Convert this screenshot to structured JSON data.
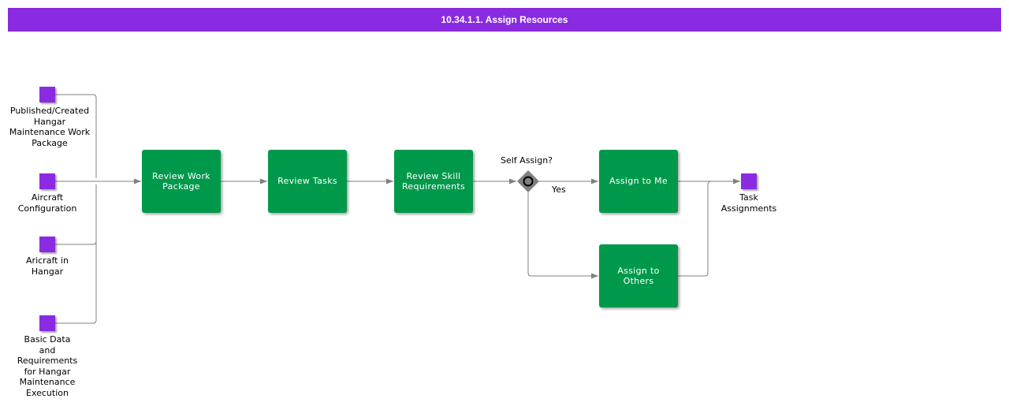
{
  "title": "10.34.1.1. Assign Resources",
  "inputs": [
    {
      "label": "Published/Created\nHangar\nMaintenance Work\nPackage"
    },
    {
      "label": "Aircraft\nConfiguration"
    },
    {
      "label": "Aricraft in\nHangar"
    },
    {
      "label": "Basic Data\nand\nRequirements\nfor Hangar\nMaintenance\nExecution"
    }
  ],
  "tasks": {
    "review_work_package": "Review Work\nPackage",
    "review_tasks": "Review Tasks",
    "review_skill_requirements": "Review Skill\nRequirements",
    "assign_to_me": "Assign to Me",
    "assign_to_others": "Assign to Others"
  },
  "gateway": {
    "question": "Self Assign?",
    "yes_label": "Yes"
  },
  "output": {
    "label": "Task\nAssignments"
  },
  "colors": {
    "title_bar": "#8a2be2",
    "data_object": "#8a2be2",
    "task": "#00994c",
    "connector": "#808080",
    "gateway": "#808080"
  }
}
